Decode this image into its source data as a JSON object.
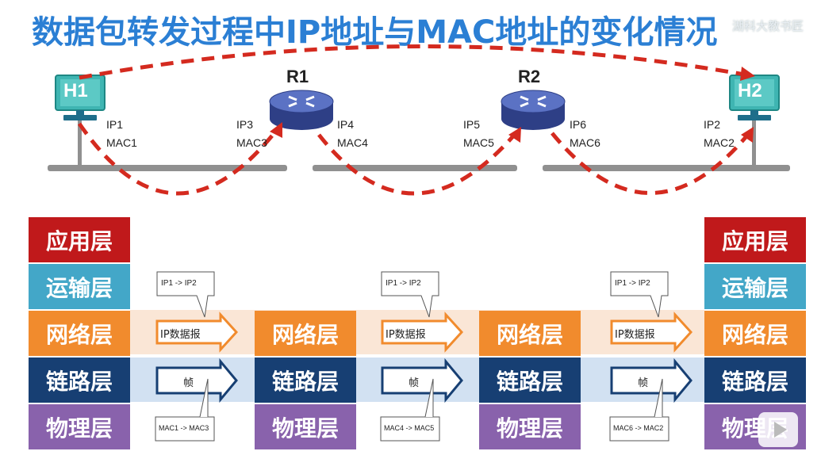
{
  "title": "数据包转发过程中IP地址与MAC地址的变化情况",
  "watermark": "湖科大教书匠",
  "hosts": {
    "h1": "H1",
    "h2": "H2"
  },
  "routers": {
    "r1": "R1",
    "r2": "R2"
  },
  "interfaces": {
    "h1": {
      "ip": "IP1",
      "mac": "MAC1"
    },
    "r1_left": {
      "ip": "IP3",
      "mac": "MAC3"
    },
    "r1_right": {
      "ip": "IP4",
      "mac": "MAC4"
    },
    "r2_left": {
      "ip": "IP5",
      "mac": "MAC5"
    },
    "r2_right": {
      "ip": "IP6",
      "mac": "MAC6"
    },
    "h2": {
      "ip": "IP2",
      "mac": "MAC2"
    }
  },
  "layers": {
    "app": "应用层",
    "transport": "运输层",
    "network": "网络层",
    "link": "链路层",
    "physical": "物理层"
  },
  "packet_label": "IP数据报",
  "frame_label": "帧",
  "ip_notes": [
    "IP1 -> IP2",
    "IP1 -> IP2",
    "IP1 -> IP2"
  ],
  "mac_notes": [
    "MAC1 -> MAC3",
    "MAC4 -> MAC5",
    "MAC6 -> MAC2"
  ],
  "colors": {
    "title": "#2b7fd4",
    "app": "#c0191b",
    "transport": "#43a7c8",
    "network": "#f18b2d",
    "link": "#173f73",
    "physical": "#8962ac",
    "path": "#d42a1f",
    "host": "#3fb5b2",
    "router": "#3f55a3"
  },
  "icons": {
    "host": "computer-icon",
    "router": "router-icon"
  }
}
